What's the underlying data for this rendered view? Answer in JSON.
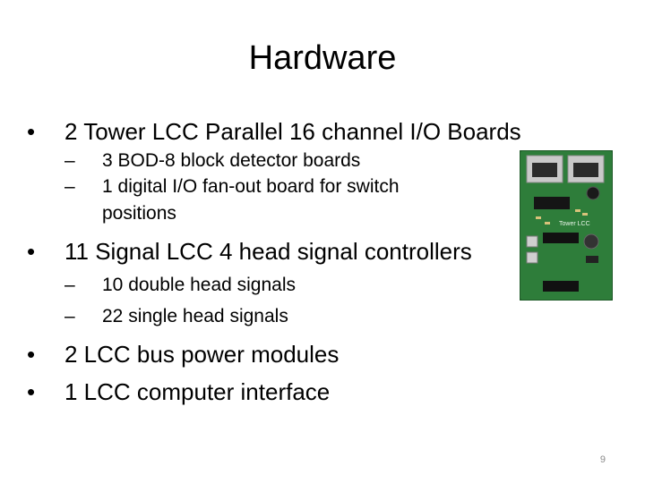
{
  "slide": {
    "title": "Hardware",
    "bullets": [
      {
        "marker": "•",
        "text": "2 Tower LCC Parallel 16 channel I/O Boards",
        "subs": [
          {
            "marker": "–",
            "text": "3 BOD-8 block detector boards"
          },
          {
            "marker": "–",
            "text": "1 digital I/O fan-out board for switch",
            "continuation": "positions"
          }
        ]
      },
      {
        "marker": "•",
        "text": "11 Signal LCC 4 head signal controllers",
        "subs": [
          {
            "marker": "–",
            "text": "10 double head signals"
          },
          {
            "marker": "–",
            "text": "22 single head signals"
          }
        ]
      },
      {
        "marker": "•",
        "text": "2  LCC bus power modules"
      },
      {
        "marker": "•",
        "text": "1  LCC computer interface"
      }
    ],
    "page_number": "9",
    "image": {
      "icon": "circuit-board-photo",
      "board_label": "Tower LCC"
    }
  },
  "colors": {
    "board": "#2e7d3a",
    "board_edge": "#1f5a28",
    "background": "#ffffff"
  }
}
